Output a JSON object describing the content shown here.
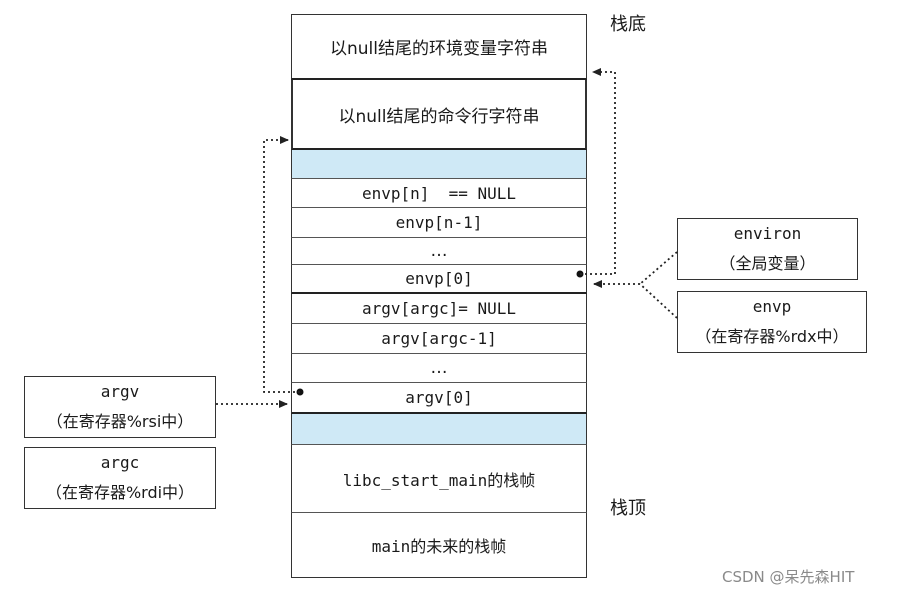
{
  "labels": {
    "stack_bottom": "栈底",
    "stack_top": "栈顶"
  },
  "stack": {
    "env_strings": "以null结尾的环境变量字符串",
    "cmd_strings": "以null结尾的命令行字符串",
    "envp_n": "envp[n]  == NULL",
    "envp_n1": "envp[n-1]",
    "envp_dots": "…",
    "envp_0": "envp[0]",
    "argv_argc": "argv[argc]= NULL",
    "argv_argc1": "argv[argc-1]",
    "argv_dots": "…",
    "argv_0": "argv[0]",
    "libc_frame": "libc_start_main的栈帧",
    "main_frame": "main的未来的栈帧"
  },
  "boxes": {
    "environ": {
      "line1": "environ",
      "line2": "（全局变量）"
    },
    "envp": {
      "line1": "envp",
      "line2": "（在寄存器%rdx中）"
    },
    "argv": {
      "line1": "argv",
      "line2": "（在寄存器%rsi中）"
    },
    "argc": {
      "line1": "argc",
      "line2": "（在寄存器%rdi中）"
    }
  },
  "watermark": "CSDN @呆先森HIT",
  "colors": {
    "highlight": "#cfe9f6",
    "border": "#333333"
  }
}
